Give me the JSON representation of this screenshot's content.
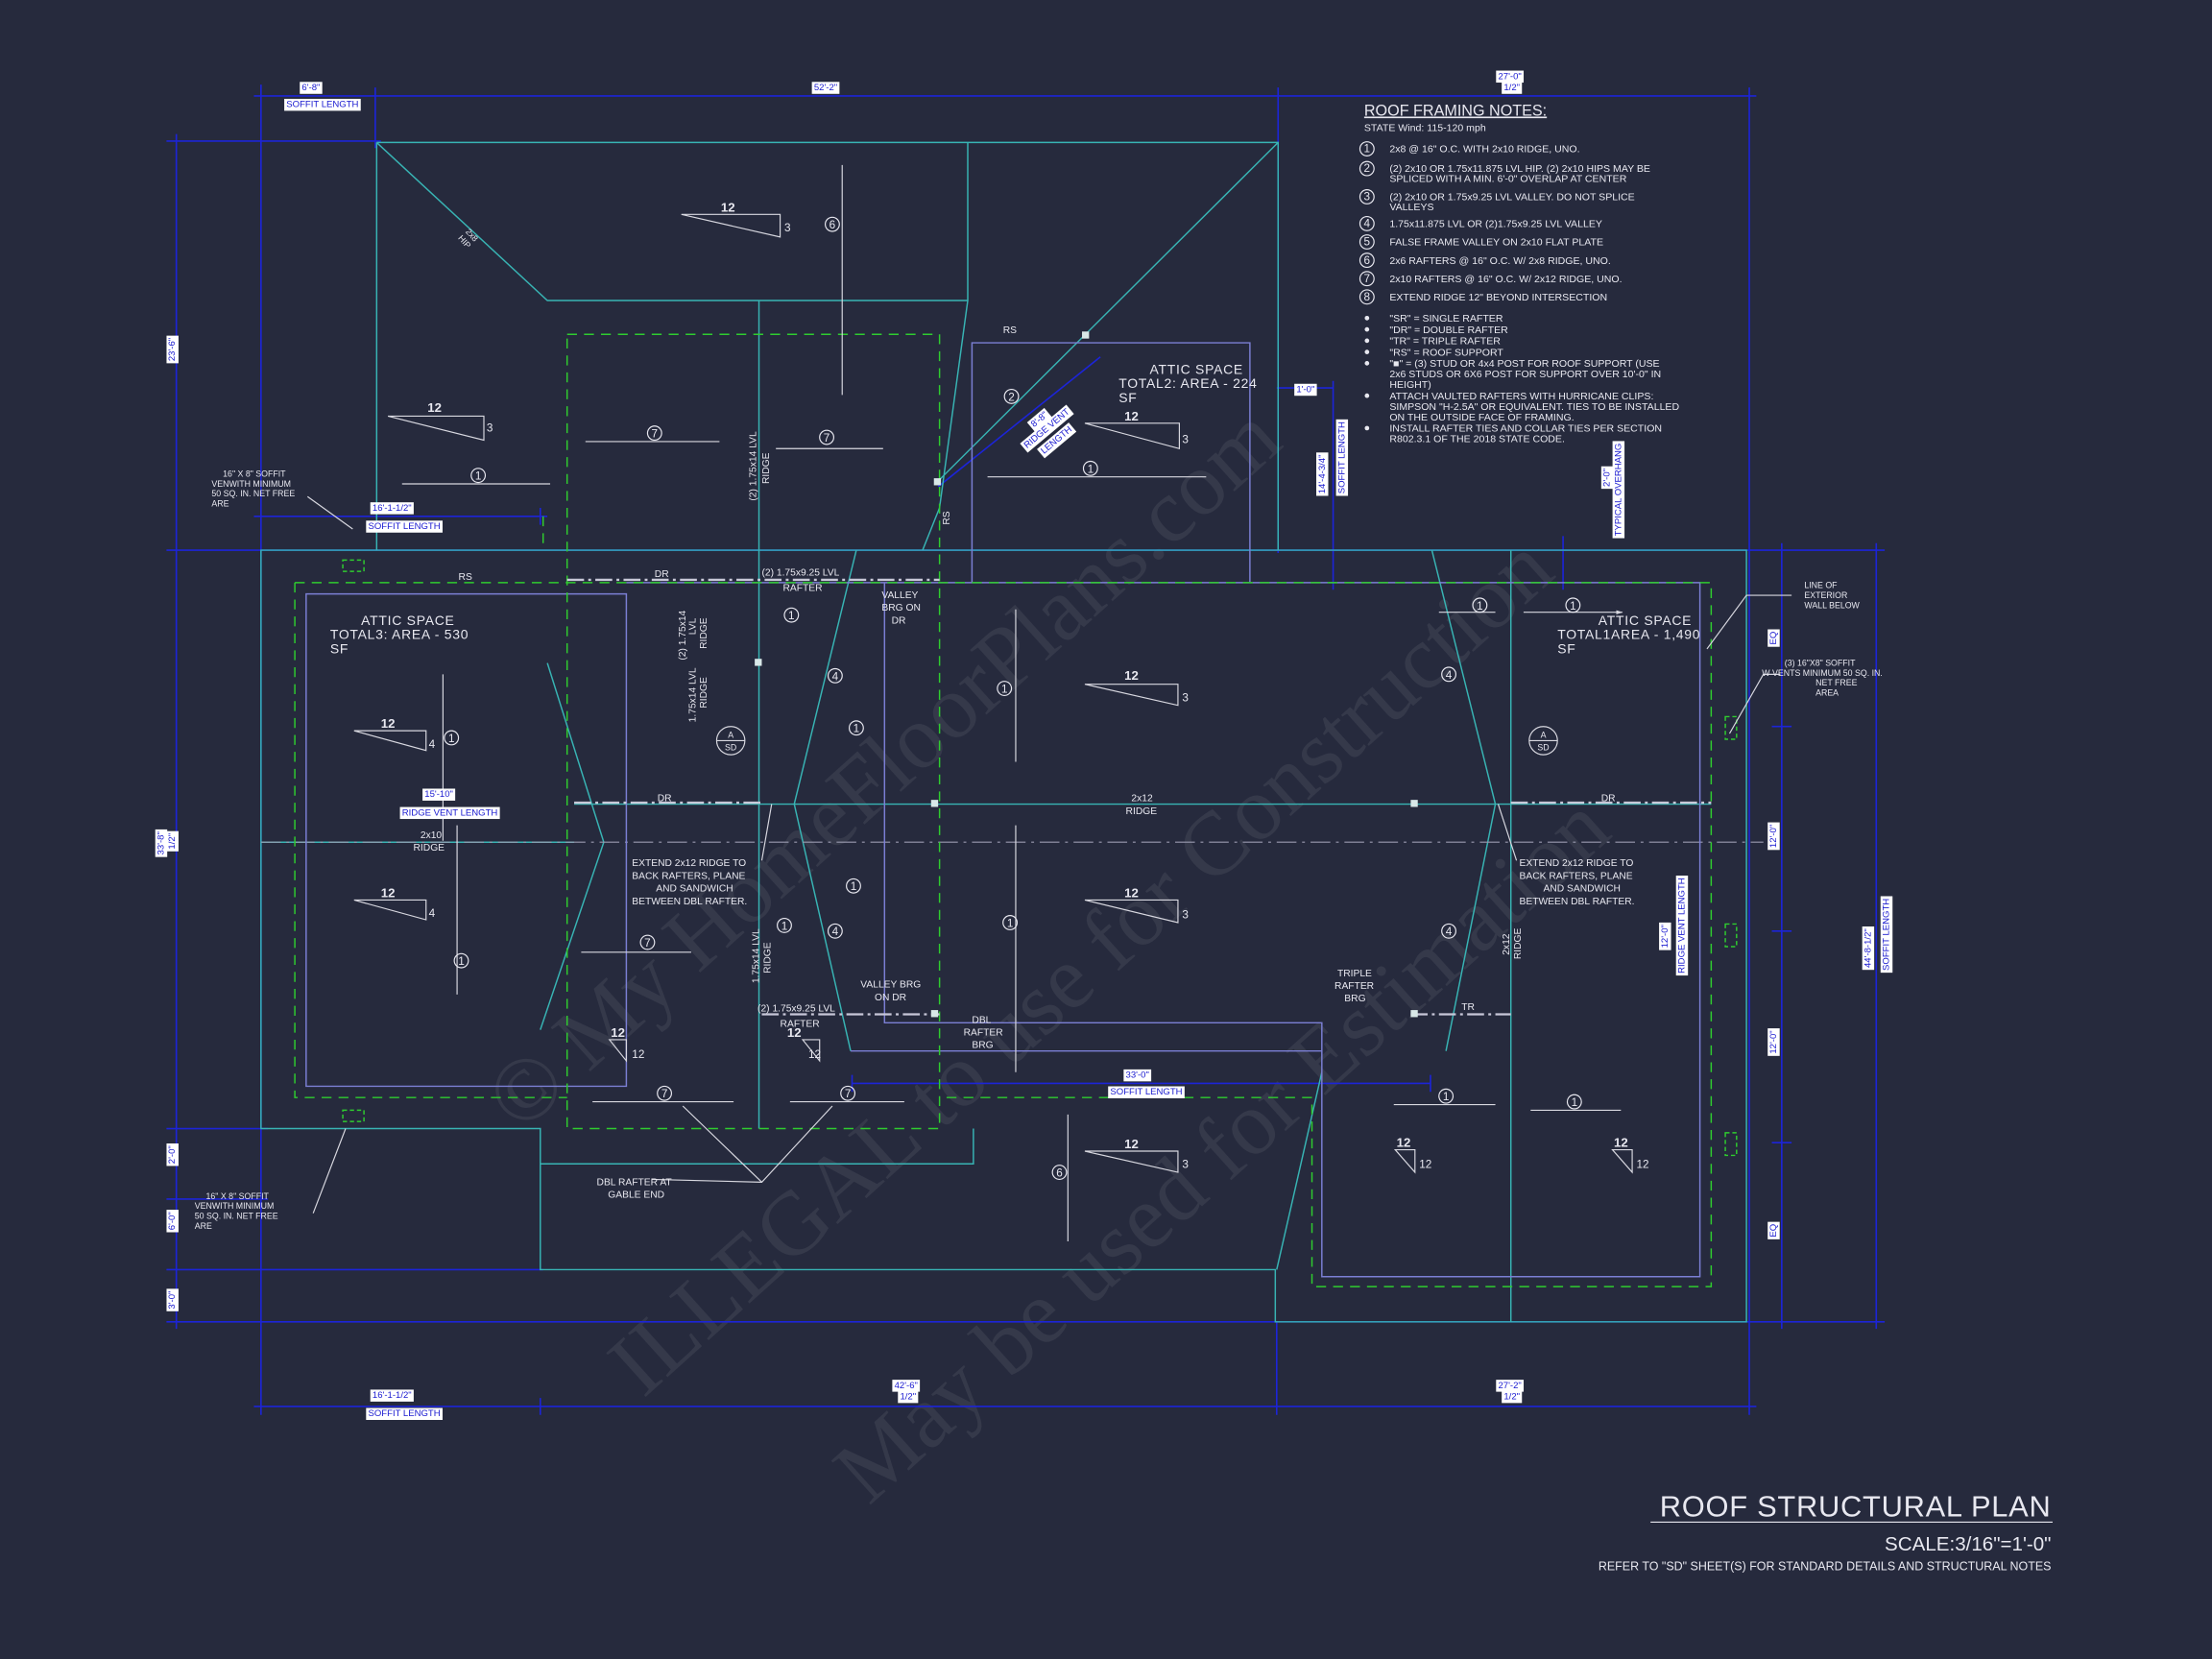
{
  "title": {
    "main": "ROOF STRUCTURAL PLAN",
    "scale": "SCALE:3/16\"=1'-0\"",
    "refer": "REFER TO \"SD\" SHEET(S) FOR STANDARD DETAILS AND STRUCTURAL NOTES"
  },
  "notes": {
    "heading": "ROOF FRAMING NOTES:",
    "wind": "STATE Wind: 115-120 mph",
    "numbered": [
      {
        "num": "1",
        "lines": [
          "2x8 @ 16\" O.C. WITH 2x10 RIDGE, UNO."
        ]
      },
      {
        "num": "2",
        "lines": [
          "(2) 2x10 OR 1.75x11.875 LVL HIP. (2) 2x10 HIPS MAY BE",
          "SPLICED WITH A MIN. 6'-0\" OVERLAP AT CENTER"
        ]
      },
      {
        "num": "3",
        "lines": [
          "(2) 2x10 OR 1.75x9.25 LVL VALLEY. DO NOT SPLICE",
          "VALLEYS"
        ]
      },
      {
        "num": "4",
        "lines": [
          "1.75x11.875 LVL OR (2)1.75x9.25 LVL VALLEY"
        ]
      },
      {
        "num": "5",
        "lines": [
          "FALSE FRAME VALLEY ON 2x10 FLAT PLATE"
        ]
      },
      {
        "num": "6",
        "lines": [
          "2x6 RAFTERS @ 16\" O.C. W/ 2x8 RIDGE, UNO."
        ]
      },
      {
        "num": "7",
        "lines": [
          "2x10 RAFTERS @ 16\" O.C. W/ 2x12 RIDGE, UNO."
        ]
      },
      {
        "num": "8",
        "lines": [
          "EXTEND RIDGE 12\" BEYOND INTERSECTION"
        ]
      }
    ],
    "bullets": [
      {
        "lines": [
          "\"SR\"  = SINGLE RAFTER"
        ]
      },
      {
        "lines": [
          "\"DR\" = DOUBLE RAFTER"
        ]
      },
      {
        "lines": [
          "\"TR\" = TRIPLE RAFTER"
        ]
      },
      {
        "lines": [
          "\"RS\" = ROOF SUPPORT"
        ]
      },
      {
        "lines": [
          "\"■\" = (3) STUD OR 4x4 POST FOR ROOF SUPPORT (USE",
          "2x6 STUDS OR 6X6 POST FOR SUPPORT OVER 10'-0\" IN",
          "HEIGHT)"
        ]
      },
      {
        "lines": [
          "ATTACH VAULTED RAFTERS WITH HURRICANE CLIPS:",
          "SIMPSON \"H-2.5A\" OR EQUIVALENT. TIES TO BE INSTALLED",
          "ON THE OUTSIDE FACE OF FRAMING."
        ]
      },
      {
        "lines": [
          "INSTALL RAFTER TIES AND COLLAR TIES PER SECTION",
          "R802.3.1 OF THE 2018 STATE CODE."
        ]
      }
    ]
  },
  "dims": {
    "top_left": "6'-8\"",
    "soffit": "SOFFIT LENGTH",
    "top_mid": "52'-2\"",
    "top_right": [
      "27'-0\"",
      "1/2\""
    ],
    "left_soffit": "16'-1-1/2\"",
    "one_foot": "1'-0\"",
    "wing_soffit": "14'-4-3/4\"",
    "overhang": [
      "2'-0\"",
      "TYPICAL OVERHANG"
    ],
    "ridge_vent_left": "15'-10\"",
    "ridge_vent": "RIDGE VENT LENGTH",
    "ridge_vent_wing": "8'-8\"",
    "ridge_vent_lines": [
      "RIDGE VENT",
      "LENGTH"
    ],
    "center_soffit": "33'-0\"",
    "ridge_vent_right": "12'-0\"",
    "bottom_left": "16'-1-1/2\"",
    "bottom_mid": [
      "42'-6\"",
      "1/2\""
    ],
    "bottom_right": [
      "27'-2\"",
      "1/2\""
    ],
    "left_col": [
      "23'-6\"",
      "33'-8\"",
      "1/2\"",
      "2'-0\"",
      "6'-0\"",
      "3'-0\""
    ],
    "right_col": [
      "EQ",
      "12'-0\"",
      "12'-0\"",
      "EQ"
    ],
    "right_total": "44'-8-1/2\""
  },
  "attic": [
    {
      "title": "ATTIC SPACE",
      "total": "TOTAL2: AREA - 224",
      "sf": "SF"
    },
    {
      "title": "ATTIC SPACE",
      "total": "TOTAL3: AREA - 530",
      "sf": "SF"
    },
    {
      "title": "ATTIC SPACE",
      "total": "TOTAL1AREA - 1,490",
      "sf": "SF"
    }
  ],
  "labels": {
    "hip": [
      "2x8",
      "HIP"
    ],
    "rs": "RS",
    "dr": "DR",
    "tr": "TR",
    "lvl_rafter": [
      "(2) 1.75x9.25 LVL",
      "RAFTER"
    ],
    "valley_brg_top": [
      "VALLEY",
      "BRG ON",
      "DR"
    ],
    "lvl_ridge_2": "(2) 1.75x14 LVL",
    "ridge": "RIDGE",
    "lvl_ridge_short": [
      "(2) 1.75x14",
      "LVL"
    ],
    "lvl_ridge_1": "1.75x14 LVL",
    "ridge_2x12": "2x12",
    "ridge_2x10": "2x10",
    "extend": [
      "EXTEND 2x12 RIDGE TO",
      "BACK RAFTERS, PLANE",
      "AND SANDWICH",
      "BETWEEN DBL RAFTER."
    ],
    "valley_brg_bot": [
      "VALLEY BRG",
      "ON DR"
    ],
    "dbl_rafter_brg": [
      "DBL",
      "RAFTER",
      "BRG"
    ],
    "triple_rafter_brg": [
      "TRIPLE",
      "RAFTER",
      "BRG"
    ],
    "dbl_gable": [
      "DBL RAFTER AT",
      "GABLE END"
    ],
    "vent_left_top": [
      "16\" X 8\" SOFFIT",
      "VENWITH MINIMUM",
      "50 SQ. IN. NET FREE",
      "ARE"
    ],
    "vent_left_bot": [
      "16\" X 8\" SOFFIT",
      "VENWITH MINIMUM",
      "50 SQ. IN. NET FREE",
      "ARE"
    ],
    "vent_right": [
      "(3) 16\"X8\" SOFFIT",
      "W VENTS MINIMUM 50 SQ. IN.",
      "NET FREE",
      "AREA"
    ],
    "wall_below": [
      "LINE OF",
      "EXTERIOR",
      "WALL BELOW"
    ],
    "section": [
      "A",
      "SD"
    ]
  },
  "pitch": {
    "run": "12",
    "rise3": "3",
    "rise4": "4",
    "rise12": "12"
  },
  "refs": [
    "1",
    "2",
    "4",
    "6",
    "7"
  ],
  "watermark": [
    "© My HomeFloorPlans.com",
    "ILLEGAL to use for Construction",
    "May be used for Estimation"
  ],
  "colors": {
    "background": "#262a3d",
    "dimension": "#1c24d8",
    "roof": "#38b4b4",
    "wall": "#7b7fd4",
    "attic": "#2fcc2f"
  }
}
